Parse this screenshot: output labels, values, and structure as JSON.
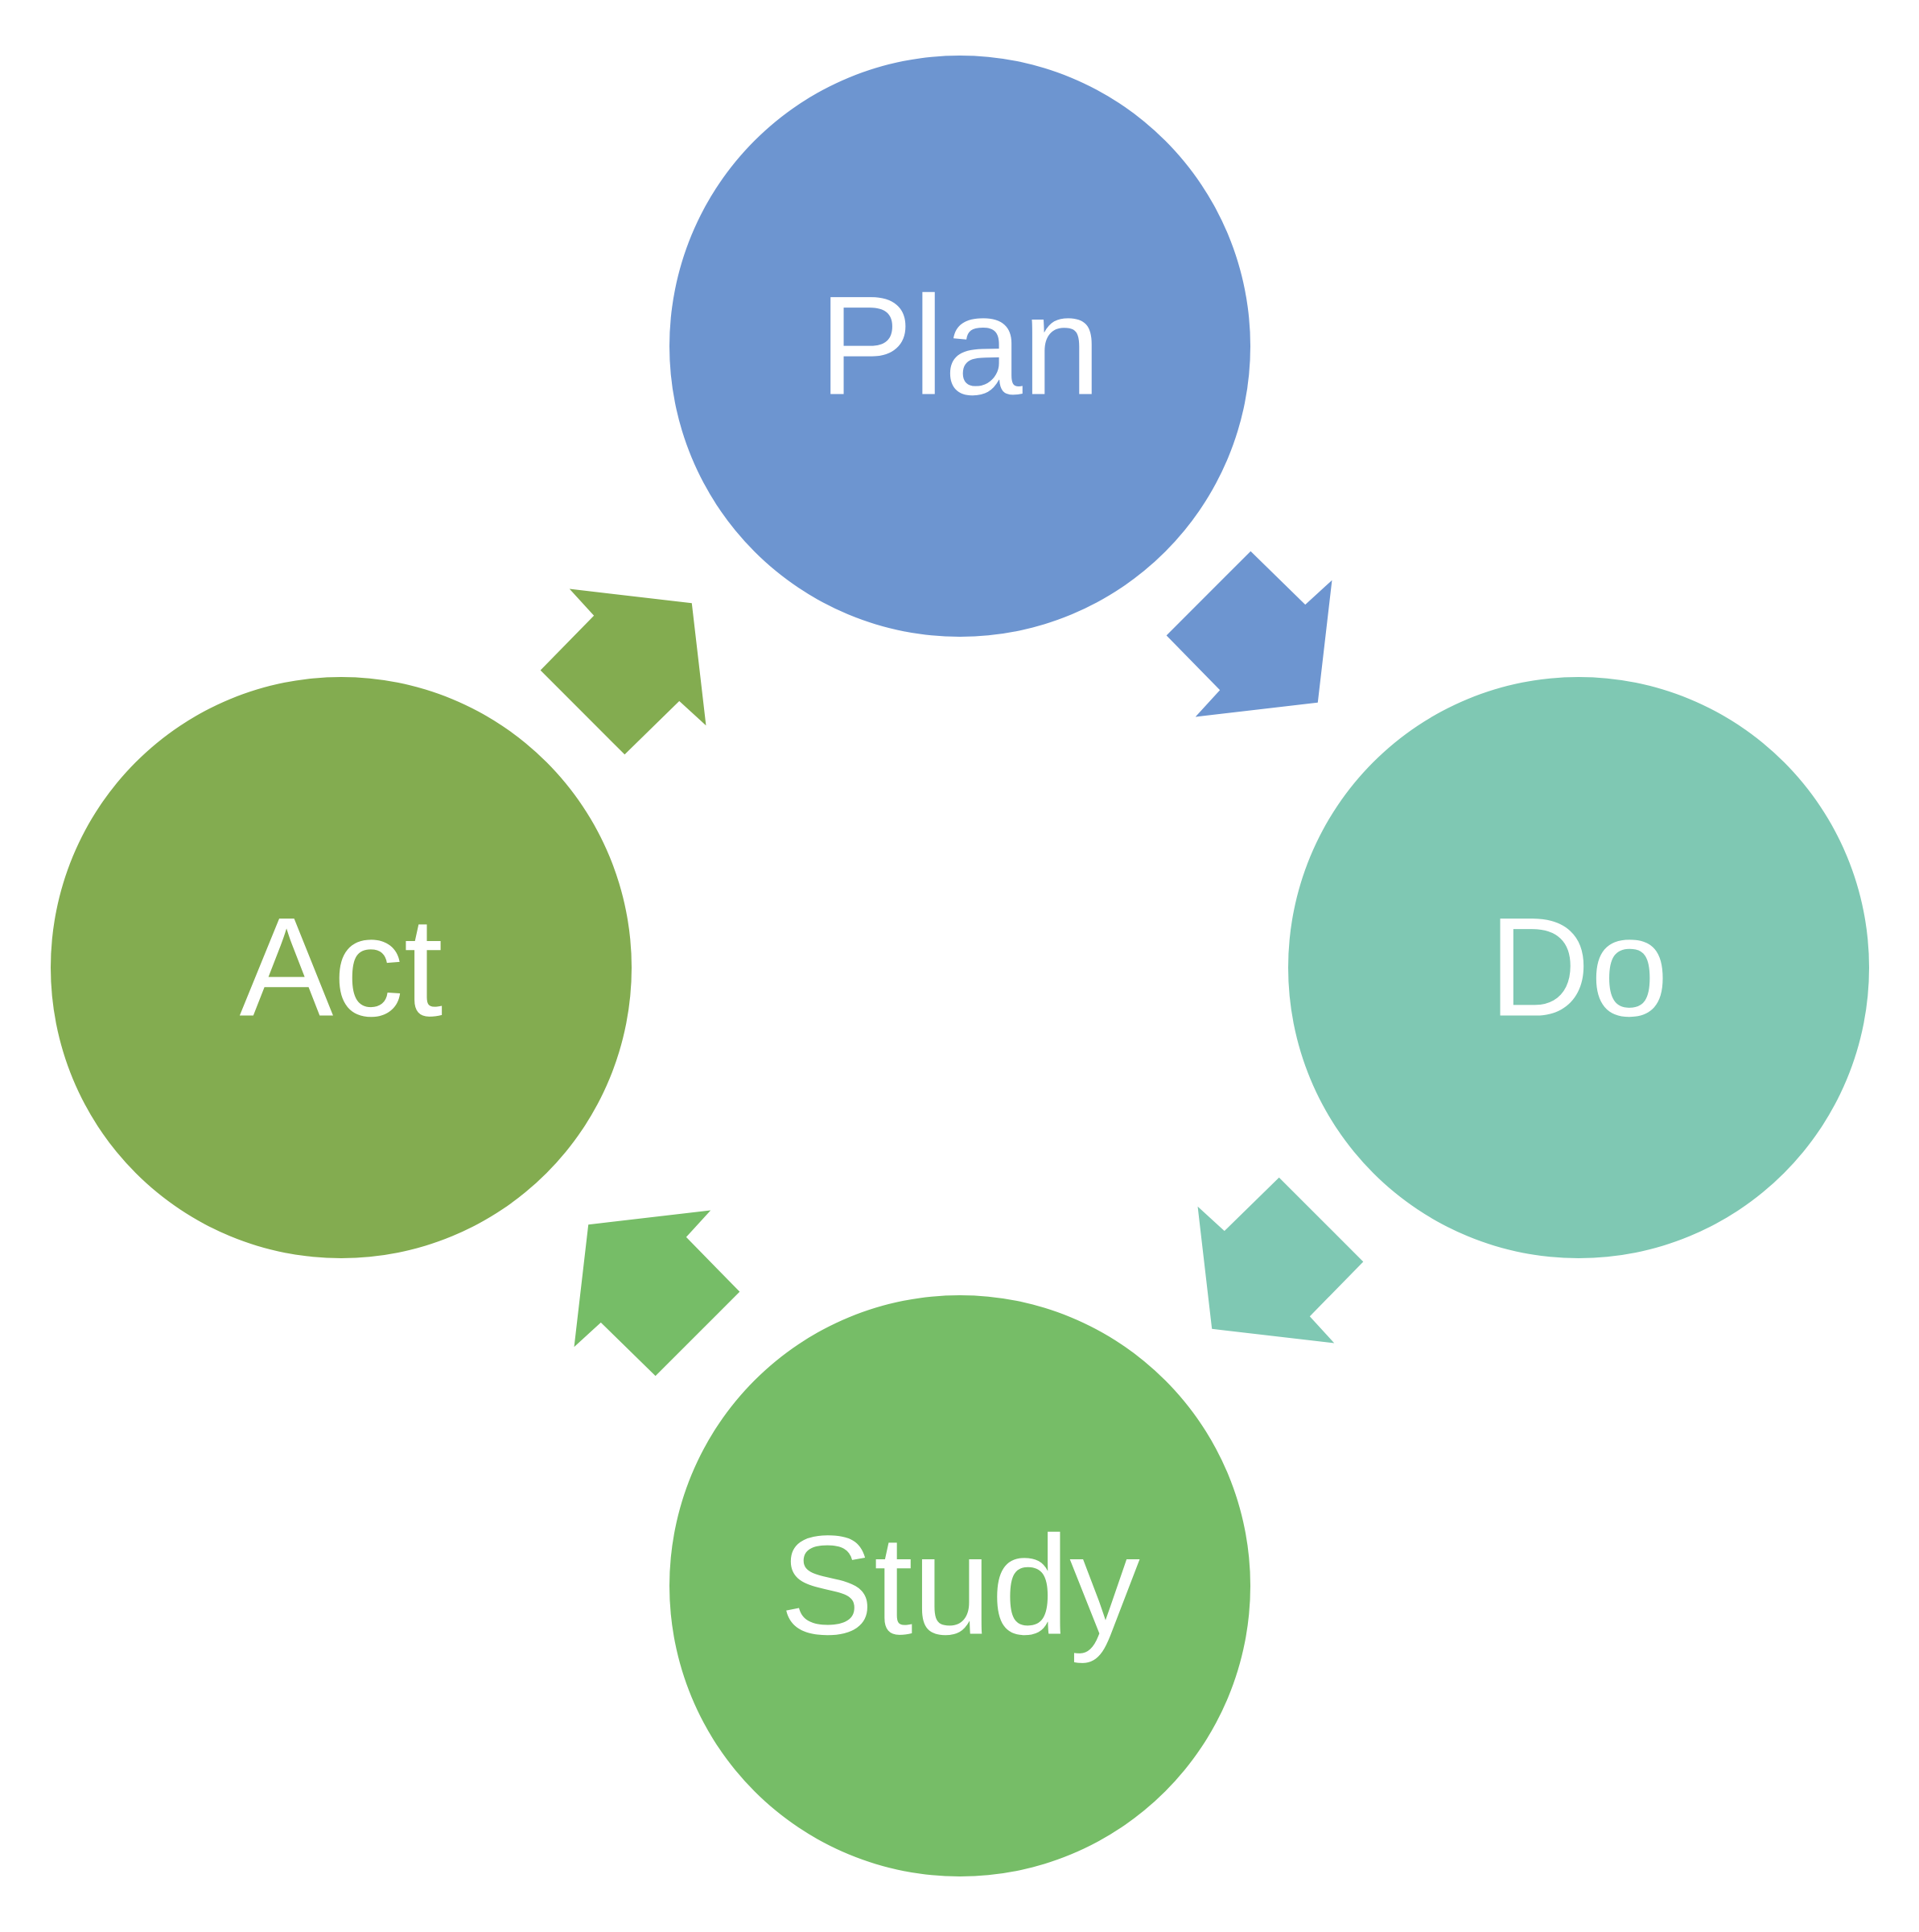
{
  "canvas": {
    "background": "#FFFFFF"
  },
  "nodes": [
    {
      "id": "plan",
      "label": "Plan",
      "color": "#6D95D0",
      "text_color": "#FFFFFF",
      "position": "top"
    },
    {
      "id": "do",
      "label": "Do",
      "color": "#7FC8B3",
      "text_color": "#FFFFFF",
      "position": "right"
    },
    {
      "id": "study",
      "label": "Study",
      "color": "#76BD67",
      "text_color": "#FFFFFF",
      "position": "bottom"
    },
    {
      "id": "act",
      "label": "Act",
      "color": "#83AC50",
      "text_color": "#FFFFFF",
      "position": "left"
    }
  ],
  "arrows": [
    {
      "from": "plan",
      "to": "do",
      "color": "#6D95D0",
      "direction": "down-right"
    },
    {
      "from": "do",
      "to": "study",
      "color": "#7FC8B3",
      "direction": "down-left"
    },
    {
      "from": "study",
      "to": "act",
      "color": "#76BD67",
      "direction": "up-left"
    },
    {
      "from": "act",
      "to": "plan",
      "color": "#83AC50",
      "direction": "up-right"
    }
  ]
}
